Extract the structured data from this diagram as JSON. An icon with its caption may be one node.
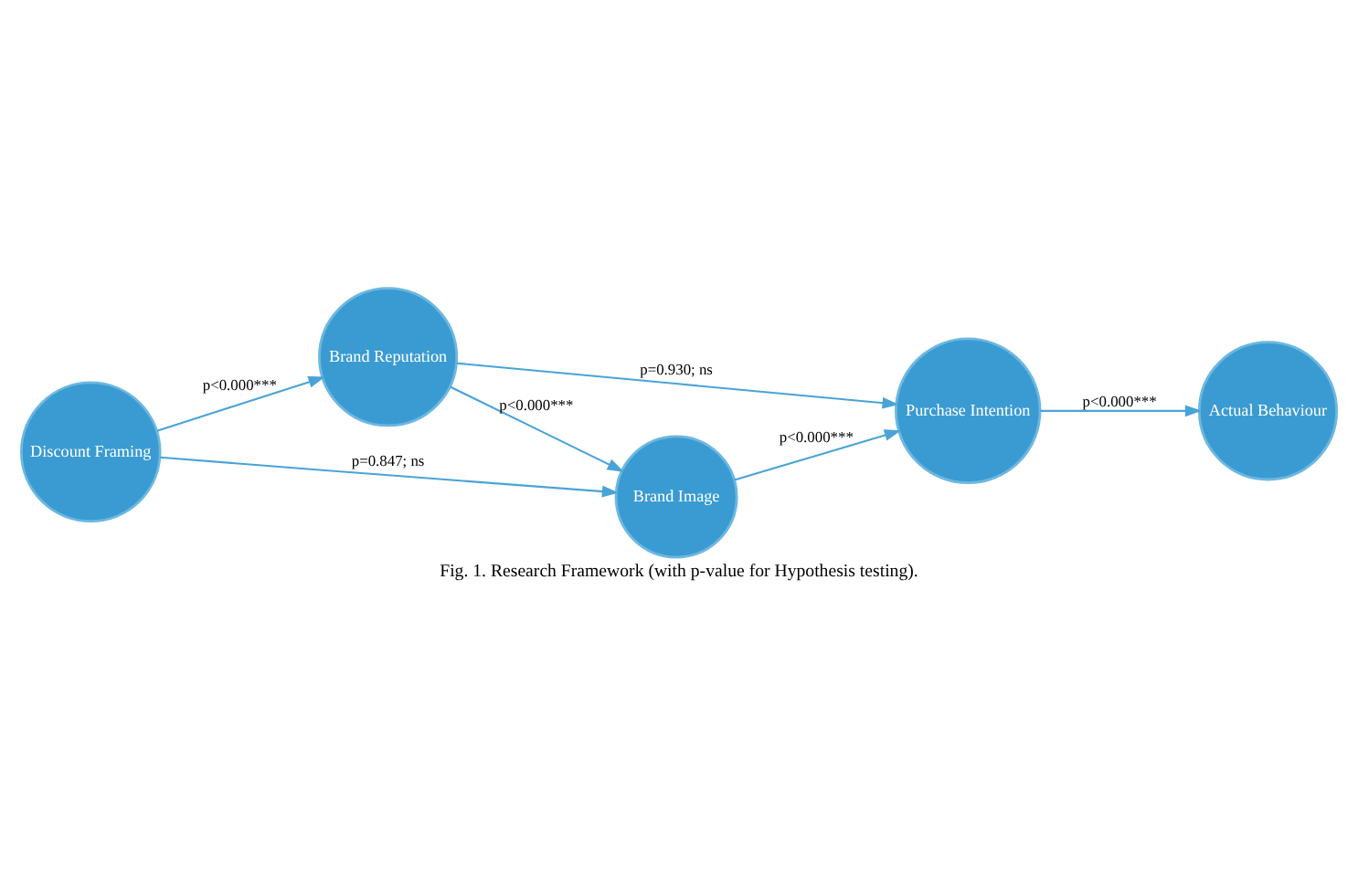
{
  "diagram": {
    "caption": "Fig. 1. Research Framework (with p-value for Hypothesis testing).",
    "nodes": [
      {
        "text": [
          "Discount Framing"
        ]
      },
      {
        "text": [
          "Brand Reputation"
        ]
      },
      {
        "text": [
          "Brand Image"
        ]
      },
      {
        "text": [
          "Purchase Intention"
        ]
      },
      {
        "text": [
          "Actual Behaviour"
        ]
      }
    ],
    "edges": [
      {
        "from": 0,
        "to": 1,
        "arrow": "to",
        "label": "p<0.000***"
      },
      {
        "from": 0,
        "to": 2,
        "arrow": "to",
        "label": "p=0.847; ns"
      },
      {
        "from": 1,
        "to": 2,
        "arrow": "to",
        "label": "p<0.000***"
      },
      {
        "from": 1,
        "to": 3,
        "arrow": "to",
        "label": "p=0.930; ns"
      },
      {
        "from": 2,
        "to": 3,
        "arrow": "to",
        "label": "p<0.000***"
      },
      {
        "from": 3,
        "to": 4,
        "arrow": "to",
        "label": "p<0.000***"
      }
    ]
  }
}
